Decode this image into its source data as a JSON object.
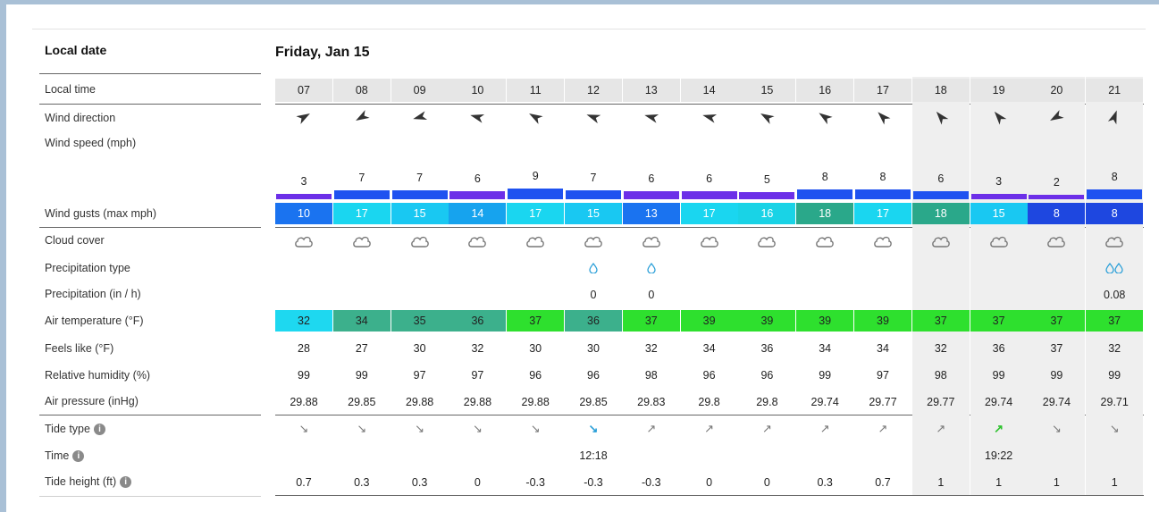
{
  "labels": {
    "local_date": "Local date",
    "local_time": "Local time",
    "wind_direction": "Wind direction",
    "wind_speed": "Wind speed  (mph)",
    "wind_gusts": "Wind gusts  (max mph)",
    "cloud_cover": "Cloud cover",
    "precip_type": "Precipitation type",
    "precip": "Precipitation  (in / h)",
    "air_temp": "Air temperature  (°F)",
    "feels_like": "Feels like  (°F)",
    "humidity": "Relative humidity  (%)",
    "pressure": "Air pressure  (inHg)",
    "tide_type": "Tide type",
    "time": "Time",
    "tide_height": "Tide height  (ft)"
  },
  "date": "Friday, Jan 15",
  "colors": {
    "gust_10": "#1a73f0",
    "gust_13": "#1a73f0",
    "gust_14": "#16a3ee",
    "gust_15": "#19c8f2",
    "gust_16": "#19d3e6",
    "gust_17": "#1ad6f0",
    "gust_18": "#2aa88a",
    "gust_8": "#1e47e0",
    "temp_32": "#1ed8f0",
    "temp_34": "#3cb08c",
    "temp_35": "#3cb08c",
    "temp_36": "#3cb08c",
    "temp_37": "#2ee02e",
    "temp_39": "#2ee02e",
    "bar_blue": "#1f52f0",
    "bar_purple": "#6c2fe8"
  },
  "hours": [
    {
      "time": "07",
      "dir_deg": 60,
      "speed": "3",
      "gust": "10",
      "cloud": "cloud-icon",
      "precip_type": "",
      "precip": "",
      "temp": "32",
      "feels": "28",
      "hum": "99",
      "press": "29.88",
      "tide": "↘",
      "tide_time": "",
      "tide_h": "0.7",
      "shade": false,
      "bar": "purple"
    },
    {
      "time": "08",
      "dir_deg": 240,
      "speed": "7",
      "gust": "17",
      "cloud": "cloud-icon",
      "precip_type": "",
      "precip": "",
      "temp": "34",
      "feels": "27",
      "hum": "99",
      "press": "29.85",
      "tide": "↘",
      "tide_time": "",
      "tide_h": "0.3",
      "shade": false,
      "bar": "blue"
    },
    {
      "time": "09",
      "dir_deg": 255,
      "speed": "7",
      "gust": "15",
      "cloud": "cloud-icon",
      "precip_type": "",
      "precip": "",
      "temp": "35",
      "feels": "30",
      "hum": "97",
      "press": "29.88",
      "tide": "↘",
      "tide_time": "",
      "tide_h": "0.3",
      "shade": false,
      "bar": "blue"
    },
    {
      "time": "10",
      "dir_deg": 285,
      "speed": "6",
      "gust": "14",
      "cloud": "cloud-icon",
      "precip_type": "",
      "precip": "",
      "temp": "36",
      "feels": "32",
      "hum": "97",
      "press": "29.88",
      "tide": "↘",
      "tide_time": "",
      "tide_h": "0",
      "shade": false,
      "bar": "purple"
    },
    {
      "time": "11",
      "dir_deg": 300,
      "speed": "9",
      "gust": "17",
      "cloud": "cloud-icon",
      "precip_type": "",
      "precip": "",
      "temp": "37",
      "feels": "30",
      "hum": "96",
      "press": "29.88",
      "tide": "↘",
      "tide_time": "",
      "tide_h": "-0.3",
      "shade": false,
      "bar": "blue"
    },
    {
      "time": "12",
      "dir_deg": 290,
      "speed": "7",
      "gust": "15",
      "cloud": "cloud-icon",
      "precip_type": "drop",
      "precip": "0",
      "temp": "36",
      "feels": "30",
      "hum": "96",
      "press": "29.85",
      "tide": "↘",
      "tide_time": "12:18",
      "tide_h": "-0.3",
      "shade": false,
      "bar": "blue",
      "tide_hl": "low"
    },
    {
      "time": "13",
      "dir_deg": 285,
      "speed": "6",
      "gust": "13",
      "cloud": "cloud-icon",
      "precip_type": "drop",
      "precip": "0",
      "temp": "37",
      "feels": "32",
      "hum": "98",
      "press": "29.83",
      "tide": "↗",
      "tide_time": "",
      "tide_h": "-0.3",
      "shade": false,
      "bar": "purple"
    },
    {
      "time": "14",
      "dir_deg": 285,
      "speed": "6",
      "gust": "17",
      "cloud": "cloud-icon",
      "precip_type": "",
      "precip": "",
      "temp": "39",
      "feels": "34",
      "hum": "96",
      "press": "29.8",
      "tide": "↗",
      "tide_time": "",
      "tide_h": "0",
      "shade": false,
      "bar": "purple"
    },
    {
      "time": "15",
      "dir_deg": 300,
      "speed": "5",
      "gust": "16",
      "cloud": "cloud-icon",
      "precip_type": "",
      "precip": "",
      "temp": "39",
      "feels": "36",
      "hum": "96",
      "press": "29.8",
      "tide": "↗",
      "tide_time": "",
      "tide_h": "0",
      "shade": false,
      "bar": "purple"
    },
    {
      "time": "16",
      "dir_deg": 305,
      "speed": "8",
      "gust": "18",
      "cloud": "cloud-icon",
      "precip_type": "",
      "precip": "",
      "temp": "39",
      "feels": "34",
      "hum": "99",
      "press": "29.74",
      "tide": "↗",
      "tide_time": "",
      "tide_h": "0.3",
      "shade": false,
      "bar": "blue"
    },
    {
      "time": "17",
      "dir_deg": 315,
      "speed": "8",
      "gust": "17",
      "cloud": "cloud-icon",
      "precip_type": "",
      "precip": "",
      "temp": "39",
      "feels": "34",
      "hum": "97",
      "press": "29.77",
      "tide": "↗",
      "tide_time": "",
      "tide_h": "0.7",
      "shade": false,
      "bar": "blue"
    },
    {
      "time": "18",
      "dir_deg": 320,
      "speed": "6",
      "gust": "18",
      "cloud": "cloud-icon",
      "precip_type": "",
      "precip": "",
      "temp": "37",
      "feels": "32",
      "hum": "98",
      "press": "29.77",
      "tide": "↗",
      "tide_time": "",
      "tide_h": "1",
      "shade": true,
      "bar": "blue"
    },
    {
      "time": "19",
      "dir_deg": 320,
      "speed": "3",
      "gust": "15",
      "cloud": "cloud-icon",
      "precip_type": "",
      "precip": "",
      "temp": "37",
      "feels": "36",
      "hum": "99",
      "press": "29.74",
      "tide": "↗",
      "tide_time": "19:22",
      "tide_h": "1",
      "shade": true,
      "bar": "purple",
      "tide_hl": "high"
    },
    {
      "time": "20",
      "dir_deg": 240,
      "speed": "2",
      "gust": "8",
      "cloud": "cloud-icon",
      "precip_type": "",
      "precip": "",
      "temp": "37",
      "feels": "37",
      "hum": "99",
      "press": "29.74",
      "tide": "↘",
      "tide_time": "",
      "tide_h": "1",
      "shade": true,
      "bar": "purple"
    },
    {
      "time": "21",
      "dir_deg": 20,
      "speed": "8",
      "gust": "8",
      "cloud": "cloud-icon",
      "precip_type": "drops",
      "precip": "0.08",
      "temp": "37",
      "feels": "32",
      "hum": "99",
      "press": "29.71",
      "tide": "↘",
      "tide_time": "",
      "tide_h": "1",
      "shade": true,
      "bar": "blue"
    }
  ]
}
